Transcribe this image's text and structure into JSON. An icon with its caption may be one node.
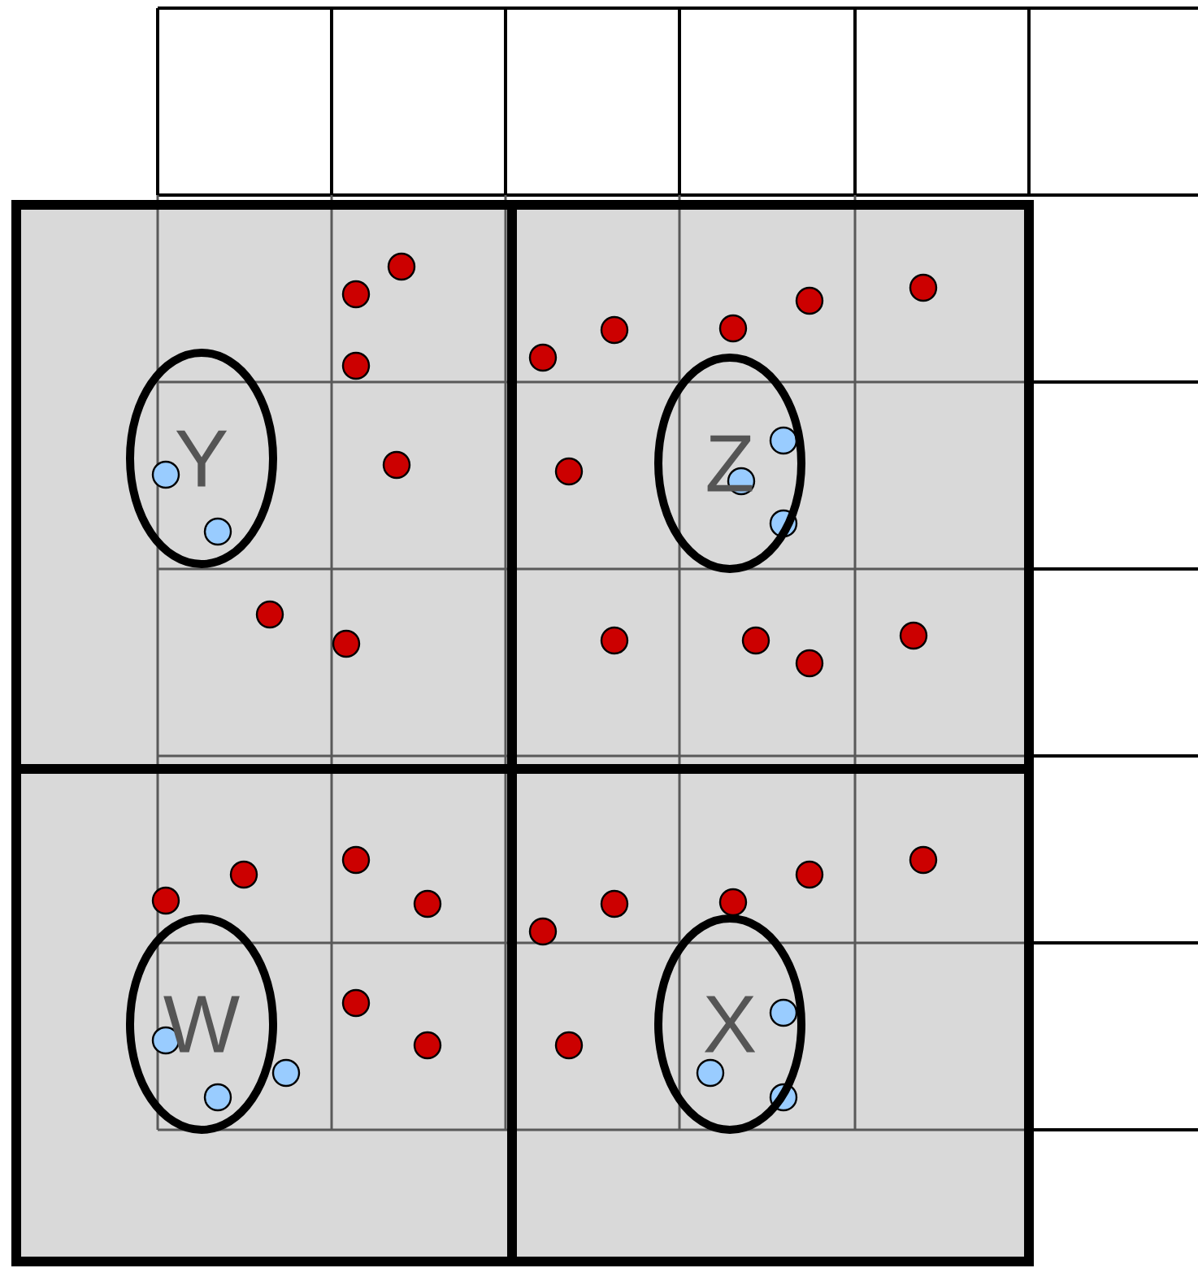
{
  "diagram": {
    "nodes": [
      {
        "text": [
          "Y"
        ]
      },
      {
        "text": [
          "Z"
        ]
      },
      {
        "text": [
          "W"
        ]
      },
      {
        "text": [
          "X"
        ]
      }
    ]
  }
}
